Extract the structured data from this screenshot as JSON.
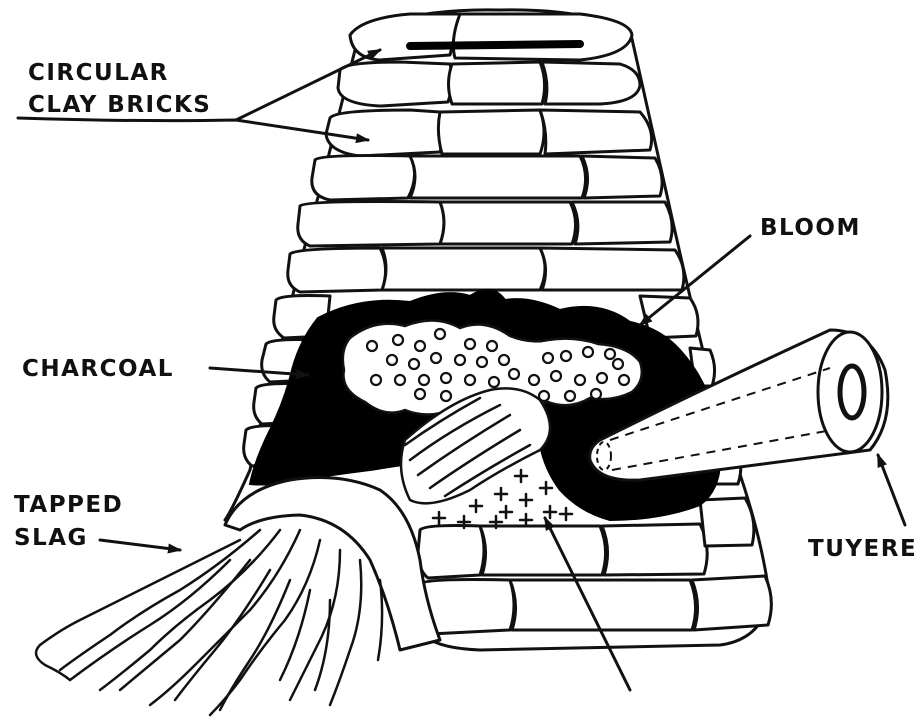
{
  "labels": {
    "circular_clay_bricks_line1": "CIRCULAR",
    "circular_clay_bricks_line2": "CLAY BRICKS",
    "bloom": "BLOOM",
    "charcoal": "CHARCOAL",
    "tapped_slag_line1": "TAPPED",
    "tapped_slag_line2": "SLAG",
    "tuyere": "TUYERE"
  },
  "colors": {
    "ink": "#111111",
    "fill": "#000000",
    "background": "#ffffff"
  }
}
